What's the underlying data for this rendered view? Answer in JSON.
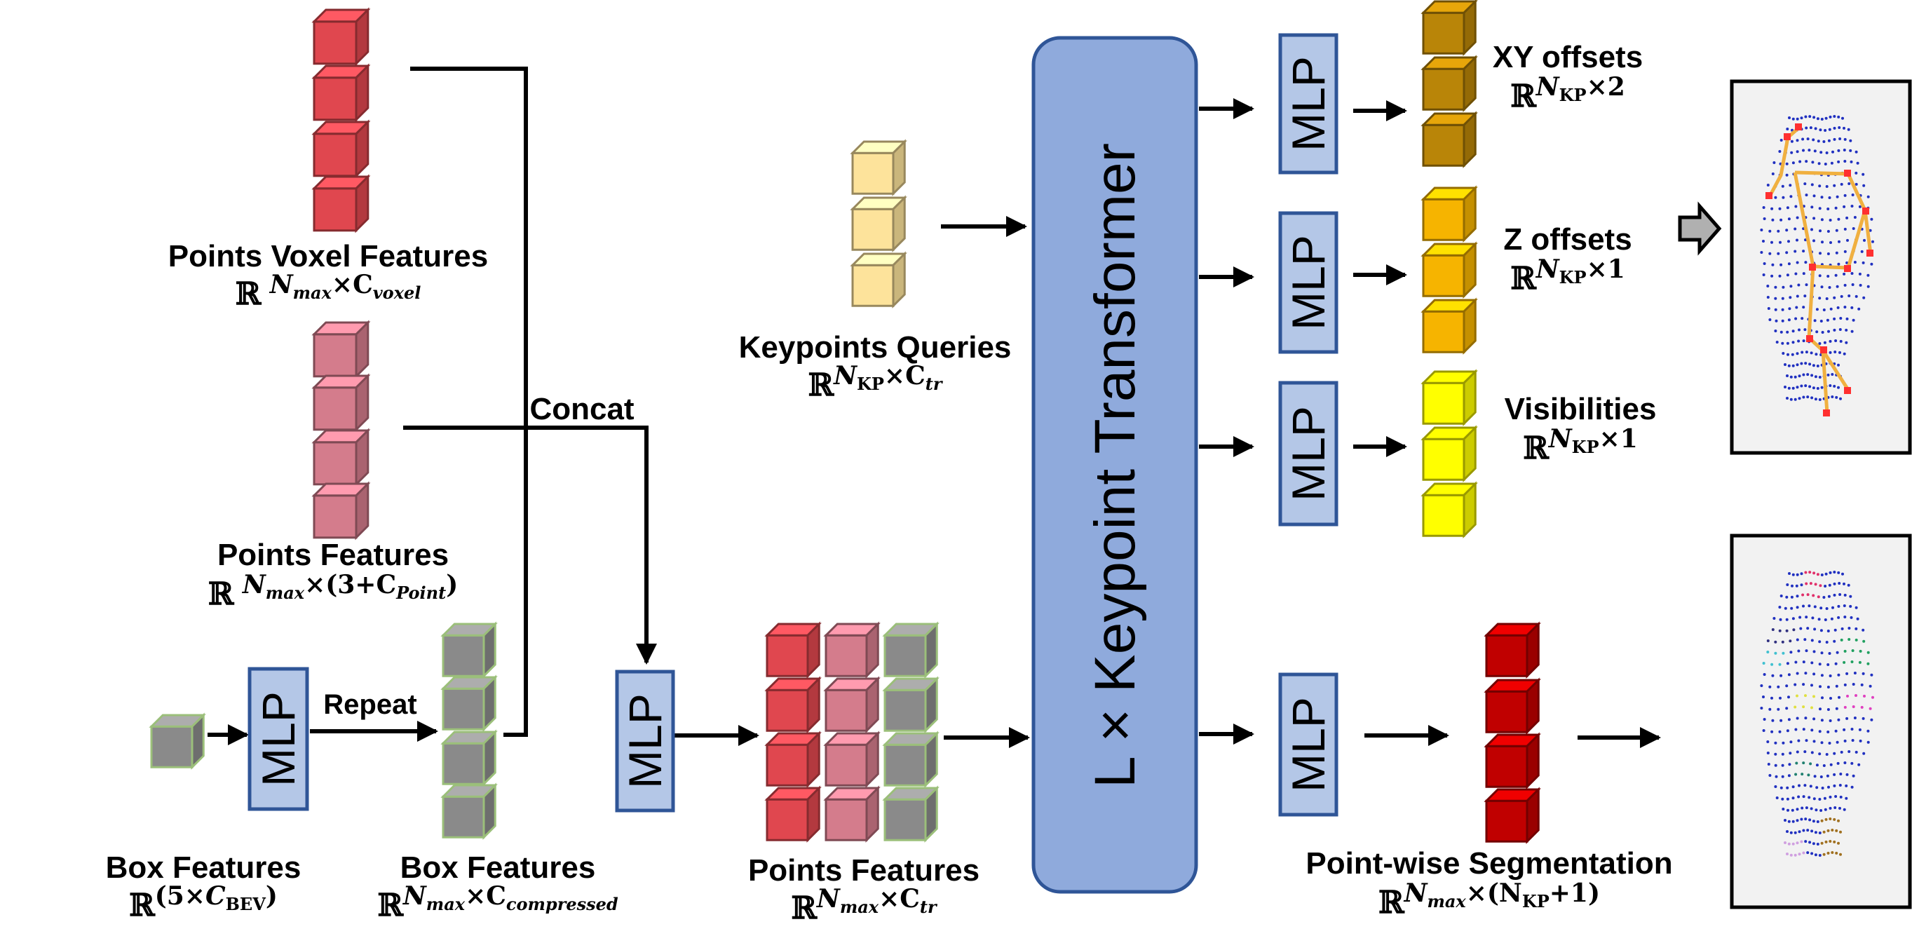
{
  "labels": {
    "points_voxel": "Points Voxel Features",
    "points_features_top": "Points Features",
    "box_features_input": "Box Features",
    "box_features_repeated": "Box Features",
    "points_features_combined": "Points Features",
    "keypoints_queries": "Keypoints Queries",
    "concat": "Concat",
    "repeat": "Repeat",
    "transformer": "L × Keypoint Transformer",
    "xy_offsets": "XY offsets",
    "z_offsets": "Z offsets",
    "visibilities": "Visibilities",
    "segmentation": "Point-wise Segmentation",
    "mlp": "MLP"
  },
  "dims": {
    "points_voxel": {
      "set": "ℝ",
      "sup": "N_max×C_voxel"
    },
    "points_features_top": {
      "set": "ℝ",
      "sup": "N_max×(3+C_Point)"
    },
    "box_features_input": {
      "set": "ℝ",
      "sup": "(5×C_BEV)"
    },
    "box_features_repeated": {
      "set": "ℝ",
      "sup": "N_max×C_compressed"
    },
    "points_features_combined": {
      "set": "ℝ",
      "sup": "N_max×C_tr"
    },
    "keypoints_queries": {
      "set": "ℝ",
      "sup": "N_KP×C_tr"
    },
    "xy_offsets": {
      "set": "ℝ",
      "sup": "N_KP×2"
    },
    "z_offsets": {
      "set": "ℝ",
      "sup": "N_KP×1"
    },
    "visibilities": {
      "set": "ℝ",
      "sup": "N_KP×1"
    },
    "segmentation": {
      "set": "ℝ",
      "sup": "N_max×(N_KP+1)"
    }
  },
  "colors": {
    "voxel_cube": "#e0474f",
    "point_cube": "#d47c8c",
    "box_cube": "#8a8a8a",
    "box_cube_edge": "#9bbf7a",
    "query_cube": "#fde39b",
    "xy_cube": "#b98508",
    "z_cube": "#f6b400",
    "vis_cube": "#ffff00",
    "seg_cube": "#c00000",
    "mlp_fill": "#b4c7e7",
    "mlp_edge": "#2f5597",
    "transformer_fill": "#8faadc"
  }
}
